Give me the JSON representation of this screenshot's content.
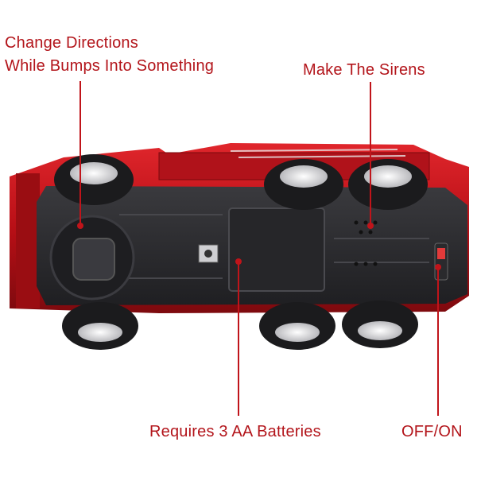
{
  "callouts": {
    "bump": {
      "line1": "Change Directions",
      "line2": "While Bumps Into Something"
    },
    "sirens": {
      "text": "Make The Sirens"
    },
    "batteries": {
      "text": "Requires 3 AA Batteries"
    },
    "switch": {
      "text": "OFF/ON"
    }
  },
  "colors": {
    "label": "#b3151b",
    "leader": "#c0141a",
    "body_red": "#c8141c",
    "chassis": "#2b2b2e",
    "tire": "#1b1b1d"
  }
}
